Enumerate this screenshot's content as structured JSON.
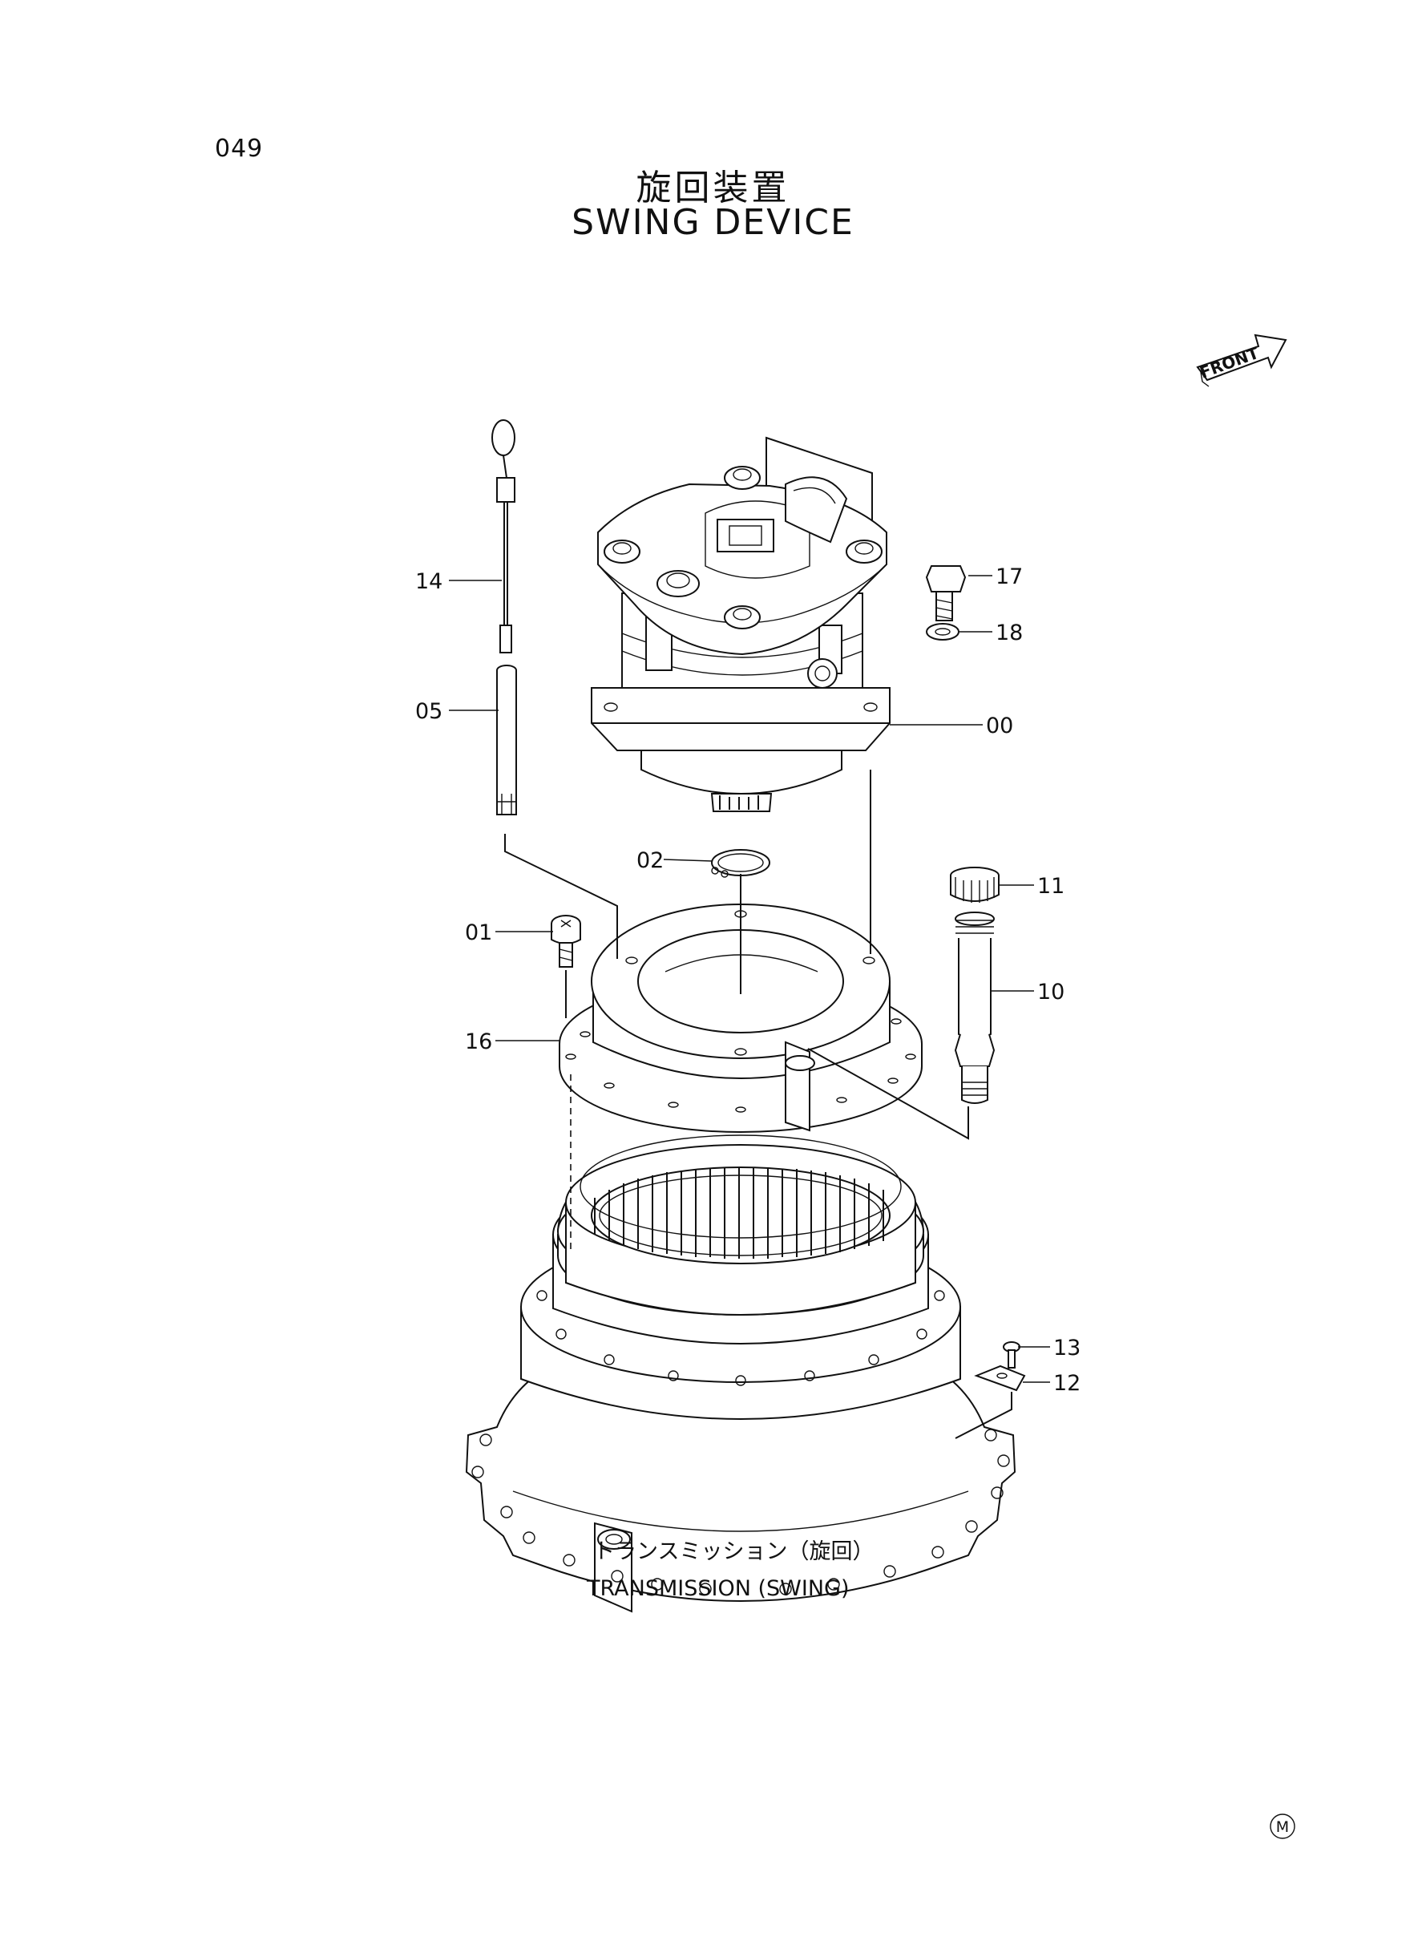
{
  "page": {
    "number": "049"
  },
  "title": {
    "japanese": "旋回装置",
    "english": "SWING  DEVICE"
  },
  "front_mark": {
    "label": "FRONT"
  },
  "parts": [
    {
      "ref": "00"
    },
    {
      "ref": "01"
    },
    {
      "ref": "02"
    },
    {
      "ref": "05"
    },
    {
      "ref": "10"
    },
    {
      "ref": "11"
    },
    {
      "ref": "12"
    },
    {
      "ref": "13"
    },
    {
      "ref": "14"
    },
    {
      "ref": "16"
    },
    {
      "ref": "17"
    },
    {
      "ref": "18"
    }
  ],
  "notes": {
    "transmission_jp": "トランスミッション（旋回）",
    "transmission_en": "TRANSMISSION  (SWING)"
  },
  "footer": {
    "mark": "M"
  }
}
